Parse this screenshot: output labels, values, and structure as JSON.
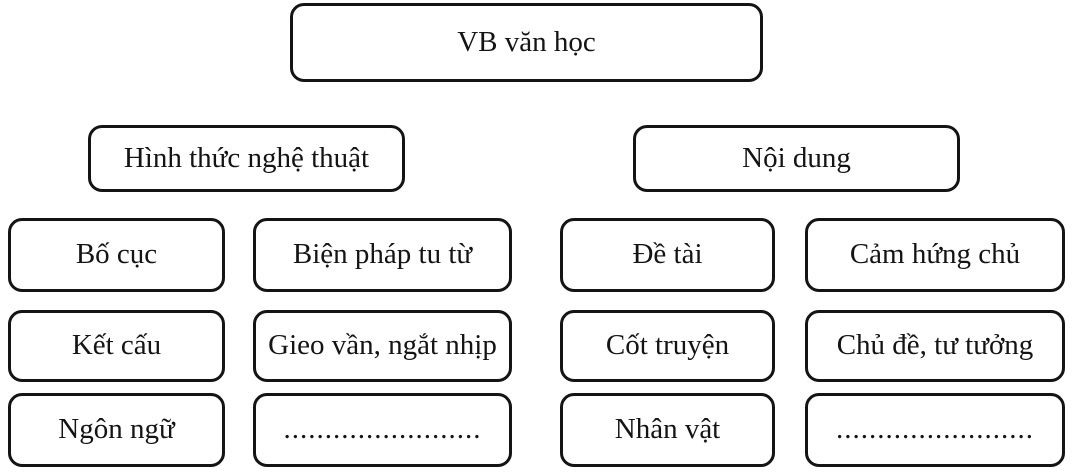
{
  "diagram": {
    "root": "VB văn học",
    "headers": {
      "left": "Hình thức nghệ thuật",
      "right": "Nội dung"
    },
    "cells": [
      [
        "Bố cục",
        "Biện pháp tu từ",
        "Đề tài",
        "Cảm hứng chủ"
      ],
      [
        "Kết cấu",
        "Gieo vần, ngắt nhịp",
        "Cốt truyện",
        "Chủ đề, tư tưởng"
      ],
      [
        "Ngôn ngữ",
        "........................",
        "Nhân vật",
        "........................"
      ]
    ],
    "colors": {
      "border": "#141414",
      "text": "#141414",
      "background": "#ffffff"
    }
  }
}
